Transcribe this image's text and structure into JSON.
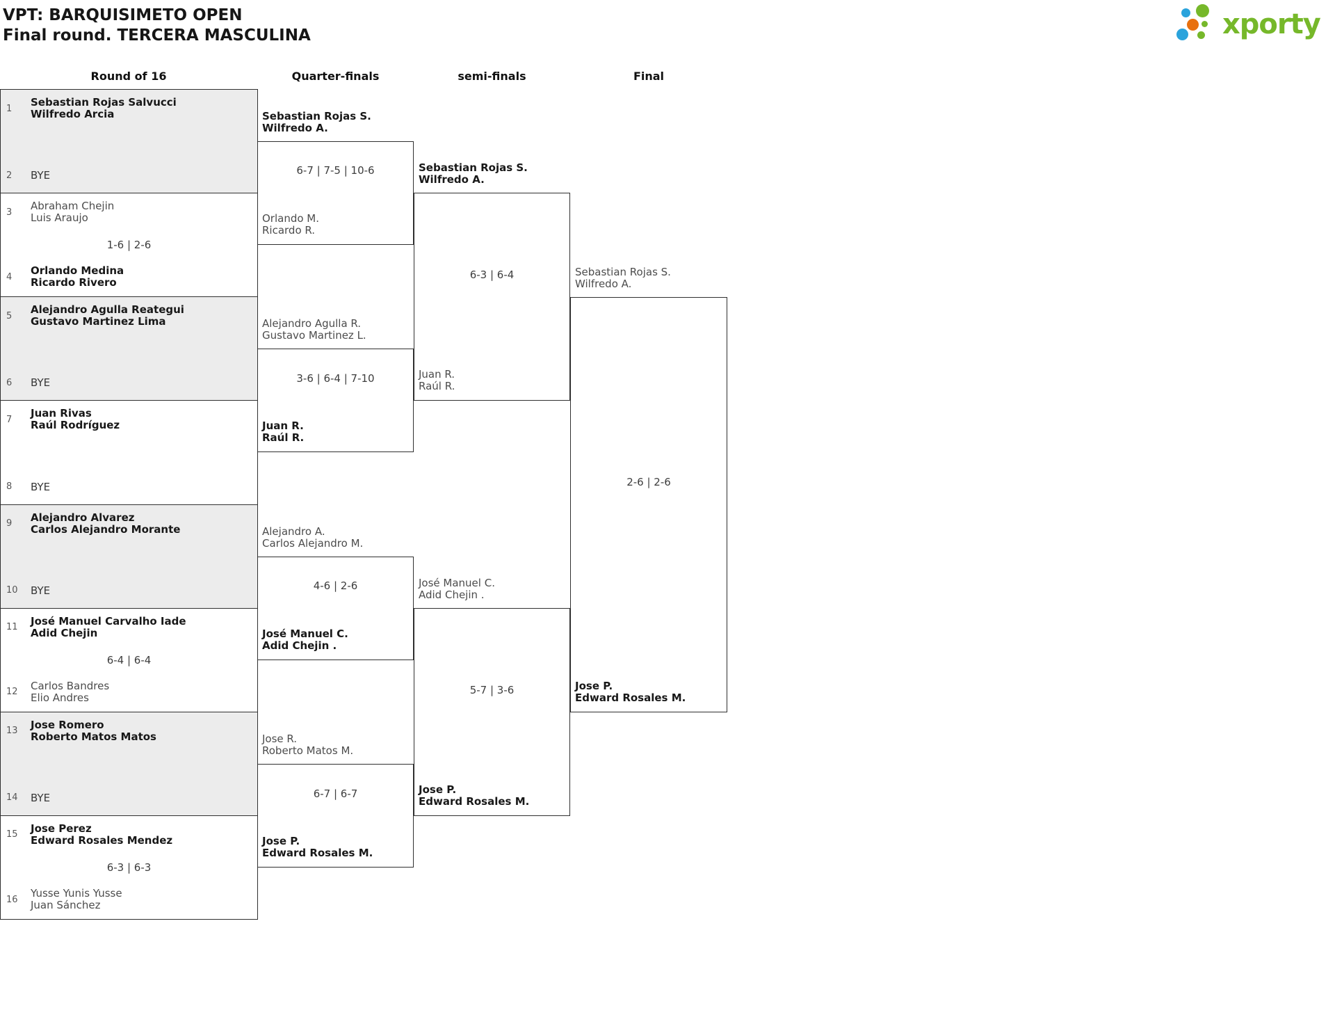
{
  "header": {
    "title_line1": "VPT: BARQUISIMETO OPEN",
    "title_line2": "Final round. TERCERA MASCULINA",
    "logo_text": "xporty"
  },
  "columns": [
    "Round of 16",
    "Quarter-finals",
    "semi-finals",
    "Final"
  ],
  "colors": {
    "brand_green": "#76b82a",
    "brand_blue": "#2aa3dc",
    "brand_orange": "#e8700e",
    "box_shaded": "#ececec",
    "border": "#2f2f2f"
  },
  "bracket": {
    "r16": [
      {
        "shaded": true,
        "bye": true,
        "top": {
          "seed": "1",
          "lines": [
            "Sebastian Rojas Salvucci",
            "Wilfredo Arcia"
          ],
          "winner": true
        },
        "bottom": {
          "seed": "2",
          "lines": [
            "BYE"
          ],
          "winner": false
        },
        "score": ""
      },
      {
        "shaded": false,
        "bye": false,
        "top": {
          "seed": "3",
          "lines": [
            "Abraham Chejin",
            "Luis Araujo"
          ],
          "winner": false
        },
        "bottom": {
          "seed": "4",
          "lines": [
            "Orlando Medina",
            "Ricardo Rivero"
          ],
          "winner": true
        },
        "score": "1-6 | 2-6"
      },
      {
        "shaded": true,
        "bye": true,
        "top": {
          "seed": "5",
          "lines": [
            "Alejandro Agulla Reategui",
            "Gustavo Martinez Lima"
          ],
          "winner": true
        },
        "bottom": {
          "seed": "6",
          "lines": [
            "BYE"
          ],
          "winner": false
        },
        "score": ""
      },
      {
        "shaded": false,
        "bye": true,
        "top": {
          "seed": "7",
          "lines": [
            "Juan Rivas",
            "Raúl Rodríguez"
          ],
          "winner": true
        },
        "bottom": {
          "seed": "8",
          "lines": [
            "BYE"
          ],
          "winner": false
        },
        "score": ""
      },
      {
        "shaded": true,
        "bye": true,
        "top": {
          "seed": "9",
          "lines": [
            "Alejandro Alvarez",
            "Carlos Alejandro Morante"
          ],
          "winner": true
        },
        "bottom": {
          "seed": "10",
          "lines": [
            "BYE"
          ],
          "winner": false
        },
        "score": ""
      },
      {
        "shaded": false,
        "bye": false,
        "top": {
          "seed": "11",
          "lines": [
            "José Manuel Carvalho Iade",
            "Adid Chejin"
          ],
          "winner": true
        },
        "bottom": {
          "seed": "12",
          "lines": [
            "Carlos Bandres",
            "Elio Andres"
          ],
          "winner": false
        },
        "score": "6-4 | 6-4"
      },
      {
        "shaded": true,
        "bye": true,
        "top": {
          "seed": "13",
          "lines": [
            "Jose Romero",
            "Roberto Matos Matos"
          ],
          "winner": true
        },
        "bottom": {
          "seed": "14",
          "lines": [
            "BYE"
          ],
          "winner": false
        },
        "score": ""
      },
      {
        "shaded": false,
        "bye": false,
        "top": {
          "seed": "15",
          "lines": [
            "Jose Perez",
            "Edward Rosales Mendez"
          ],
          "winner": true
        },
        "bottom": {
          "seed": "16",
          "lines": [
            "Yusse Yunis Yusse",
            "Juan Sánchez"
          ],
          "winner": false
        },
        "score": "6-3 | 6-3"
      }
    ],
    "qf": [
      {
        "top": {
          "lines": [
            "Sebastian Rojas S.",
            "Wilfredo A."
          ],
          "winner": true
        },
        "bottom": {
          "lines": [
            "Orlando M.",
            "Ricardo R."
          ],
          "winner": false
        },
        "score": "6-7 | 7-5 | 10-6"
      },
      {
        "top": {
          "lines": [
            "Alejandro Agulla R.",
            "Gustavo Martinez L."
          ],
          "winner": false
        },
        "bottom": {
          "lines": [
            "Juan R.",
            "Raúl R."
          ],
          "winner": true
        },
        "score": "3-6 | 6-4 | 7-10"
      },
      {
        "top": {
          "lines": [
            "Alejandro A.",
            "Carlos Alejandro M."
          ],
          "winner": false
        },
        "bottom": {
          "lines": [
            "José Manuel C.",
            "Adid Chejin ."
          ],
          "winner": true
        },
        "score": "4-6 | 2-6"
      },
      {
        "top": {
          "lines": [
            "Jose R.",
            "Roberto Matos M."
          ],
          "winner": false
        },
        "bottom": {
          "lines": [
            "Jose P.",
            "Edward Rosales M."
          ],
          "winner": true
        },
        "score": "6-7 | 6-7"
      }
    ],
    "sf": [
      {
        "top": {
          "lines": [
            "Sebastian Rojas S.",
            "Wilfredo A."
          ],
          "winner": true
        },
        "bottom": {
          "lines": [
            "Juan R.",
            "Raúl R."
          ],
          "winner": false
        },
        "score": "6-3 | 6-4"
      },
      {
        "top": {
          "lines": [
            "José Manuel C.",
            "Adid Chejin ."
          ],
          "winner": false
        },
        "bottom": {
          "lines": [
            "Jose P.",
            "Edward Rosales M."
          ],
          "winner": true
        },
        "score": "5-7 | 3-6"
      }
    ],
    "final": [
      {
        "top": {
          "lines": [
            "Sebastian Rojas S.",
            "Wilfredo A."
          ],
          "winner": false
        },
        "bottom": {
          "lines": [
            "Jose P.",
            "Edward Rosales M."
          ],
          "winner": true
        },
        "score": "2-6 | 2-6"
      }
    ]
  }
}
